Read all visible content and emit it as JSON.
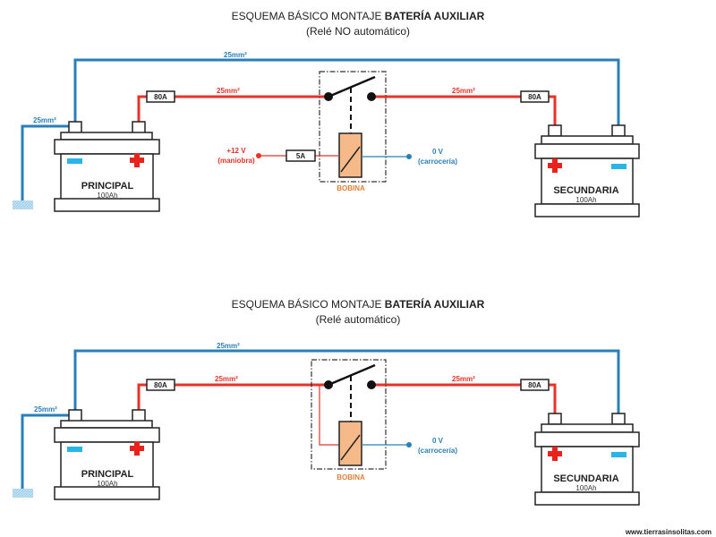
{
  "diagrams": [
    {
      "title_regular": "ESQUEMA BÁSICO MONTAJE ",
      "title_bold": "BATERÍA AUXILIAR",
      "subtitle": "(Relé NO automático)",
      "cable_top_label": "25mm²",
      "cable_ground_label": "25mm²",
      "cable_left_label": "25mm²",
      "cable_right_label": "25mm²",
      "fuse_left": "80A",
      "fuse_right": "80A",
      "control_voltage": "+12 V",
      "control_voltage_sub": "(maniobra)",
      "control_fuse": "5A",
      "ground_voltage": "0 V",
      "ground_voltage_sub": "(carrocería)",
      "coil_label": "BOBINA",
      "battery_main_name": "PRINCIPAL",
      "battery_main_capacity": "100Ah",
      "battery_aux_name": "SECUNDARIA",
      "battery_aux_capacity": "100Ah"
    },
    {
      "title_regular": "ESQUEMA BÁSICO MONTAJE ",
      "title_bold": "BATERÍA AUXILIAR",
      "subtitle": "(Relé automático)",
      "cable_top_label": "25mm²",
      "cable_ground_label": "25mm²",
      "cable_left_label": "25mm²",
      "cable_right_label": "25mm²",
      "fuse_left": "80A",
      "fuse_right": "80A",
      "ground_voltage": "0 V",
      "ground_voltage_sub": "(carrocería)",
      "coil_label": "BOBINA",
      "battery_main_name": "PRINCIPAL",
      "battery_main_capacity": "100Ah",
      "battery_aux_name": "SECUNDARIA",
      "battery_aux_capacity": "100Ah"
    }
  ],
  "footer": "www.tierrasinsolitas.com",
  "colors": {
    "positive": "#e8322a",
    "negative": "#2a7fb8",
    "coil_fill": "#f5b98a",
    "coil_label": "#e0803a"
  }
}
